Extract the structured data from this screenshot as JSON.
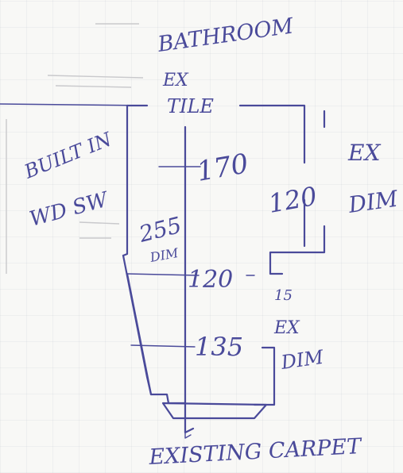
{
  "labels": {
    "top_room": "BATHROOM",
    "top_ex": "EX",
    "top_tile": "TILE",
    "left_1": "BUILT IN",
    "left_2": "WD SW",
    "right_ex": "EX",
    "right_dim": "DIM",
    "dim_170": "170",
    "dim_120_right": "120",
    "dim_255": "255",
    "dim_255_sub": "DIM",
    "dim_120_mid": "120",
    "dim_15": "15",
    "dim_135": "135",
    "lower_ex": "EX",
    "lower_dim": "DIM",
    "bottom": "EXISTING CARPET"
  },
  "faint_text": {
    "top": "",
    "mid": ""
  }
}
